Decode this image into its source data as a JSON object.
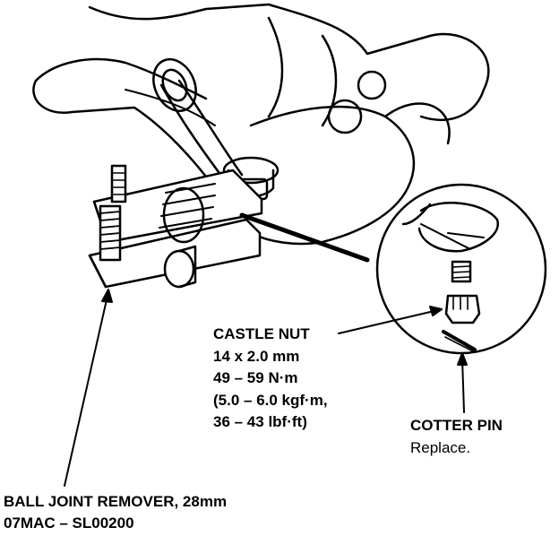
{
  "callouts": {
    "castle_nut": {
      "title": "CASTLE NUT",
      "size": "14 x 2.0 mm",
      "torque_nm": "49 – 59 N·m",
      "torque_kgfm": "(5.0 – 6.0 kgf·m,",
      "torque_lbfft": "36 – 43 lbf·ft)"
    },
    "cotter_pin": {
      "title": "COTTER PIN",
      "note": "Replace."
    },
    "ball_joint_remover": {
      "title": "BALL JOINT REMOVER, 28mm",
      "part_number": "07MAC – SL00200"
    }
  },
  "colors": {
    "ink": "#000000",
    "paper": "#ffffff"
  }
}
